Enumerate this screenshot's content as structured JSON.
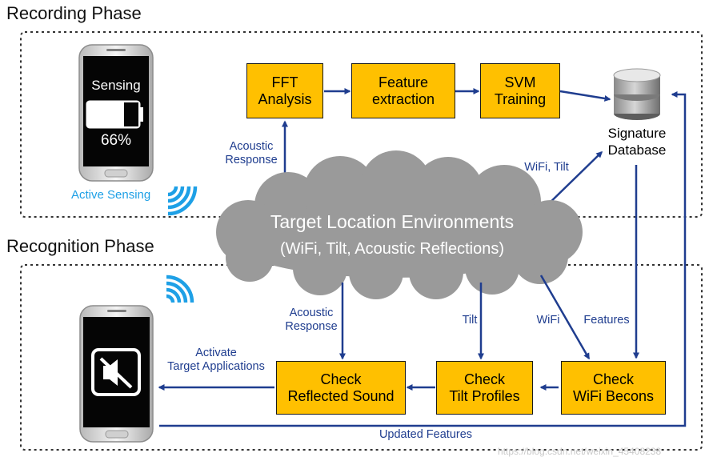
{
  "recording": {
    "title": "Recording Phase",
    "phone": {
      "status_label": "Sensing",
      "battery_level": 0.72,
      "battery_text": "66%"
    },
    "active_sensing_label": "Active Sensing",
    "boxes": {
      "fft": "FFT\nAnalysis",
      "feature": "Feature\nextraction",
      "svm": "SVM\nTraining"
    },
    "database_label": "Signature\nDatabase",
    "acoustic_response_label": "Acoustic\nResponse",
    "wifi_tilt_label": "WiFi, Tilt"
  },
  "cloud": {
    "title": "Target Location Environments",
    "subtitle": "(WiFi, Tilt, Acoustic Reflections)"
  },
  "recognition": {
    "title": "Recognition Phase",
    "boxes": {
      "check_sound": "Check\nReflected Sound",
      "check_tilt": "Check\nTilt Profiles",
      "check_wifi": "Check\nWiFi Becons"
    },
    "labels": {
      "acoustic_response": "Acoustic\nResponse",
      "tilt": "Tilt",
      "wifi": "WiFi",
      "features": "Features",
      "activate": "Activate\nTarget Applications",
      "updated": "Updated Features"
    }
  },
  "watermark": "https://blog.csdn.net/weixin_45408238",
  "colors": {
    "box_fill": "#ffc000",
    "arrow": "#1f3d8f",
    "cloud": "#9a9a9a",
    "active_sensing": "#1ea0e6"
  }
}
